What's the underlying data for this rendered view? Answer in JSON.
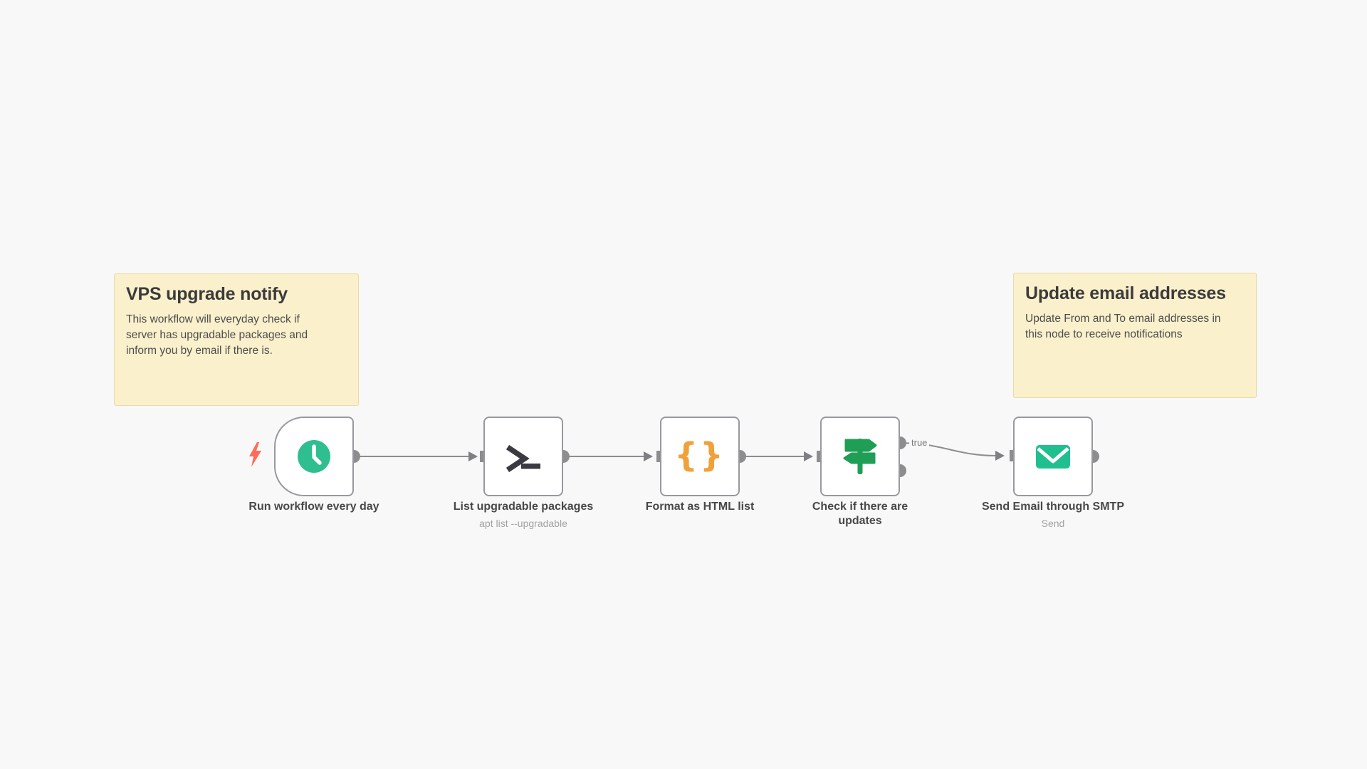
{
  "workflow": {
    "sticky_notes": [
      {
        "title": "VPS upgrade notify",
        "body": "This workflow will everyday check if server has upgradable packages and inform you by email if there is."
      },
      {
        "title": "Update email addresses",
        "body": "Update From and To email addresses in this node to receive notifications"
      }
    ],
    "nodes": [
      {
        "label": "Run workflow every day",
        "subtitle": "",
        "icon": "clock-icon",
        "type": "schedule-trigger"
      },
      {
        "label": "List upgradable packages",
        "subtitle": "apt list --upgradable",
        "icon": "terminal-icon",
        "type": "command"
      },
      {
        "label": "Format as HTML list",
        "subtitle": "",
        "icon": "curly-braces-icon",
        "type": "code"
      },
      {
        "label": "Check if there are updates",
        "subtitle": "",
        "icon": "signpost-icon",
        "type": "if"
      },
      {
        "label": "Send Email through SMTP",
        "subtitle": "Send",
        "icon": "envelope-icon",
        "type": "email-send"
      }
    ],
    "connection_labels": {
      "if_true": "true"
    },
    "icon_glyphs": {
      "curly_braces": "{}"
    },
    "colors": {
      "canvas_bg": "#f8f8f8",
      "node_border": "#98989e",
      "connector_gray": "#8d8d8d",
      "trigger_bolt_red": "#ff6b5b",
      "clock_green": "#2fbe90",
      "terminal_dark": "#3a3a40",
      "braces_orange": "#f1a13a",
      "if_green": "#1f9e55",
      "email_green": "#1fbf90",
      "sticky_bg": "#fbf0cc",
      "sticky_border": "#e9d9a4"
    }
  }
}
